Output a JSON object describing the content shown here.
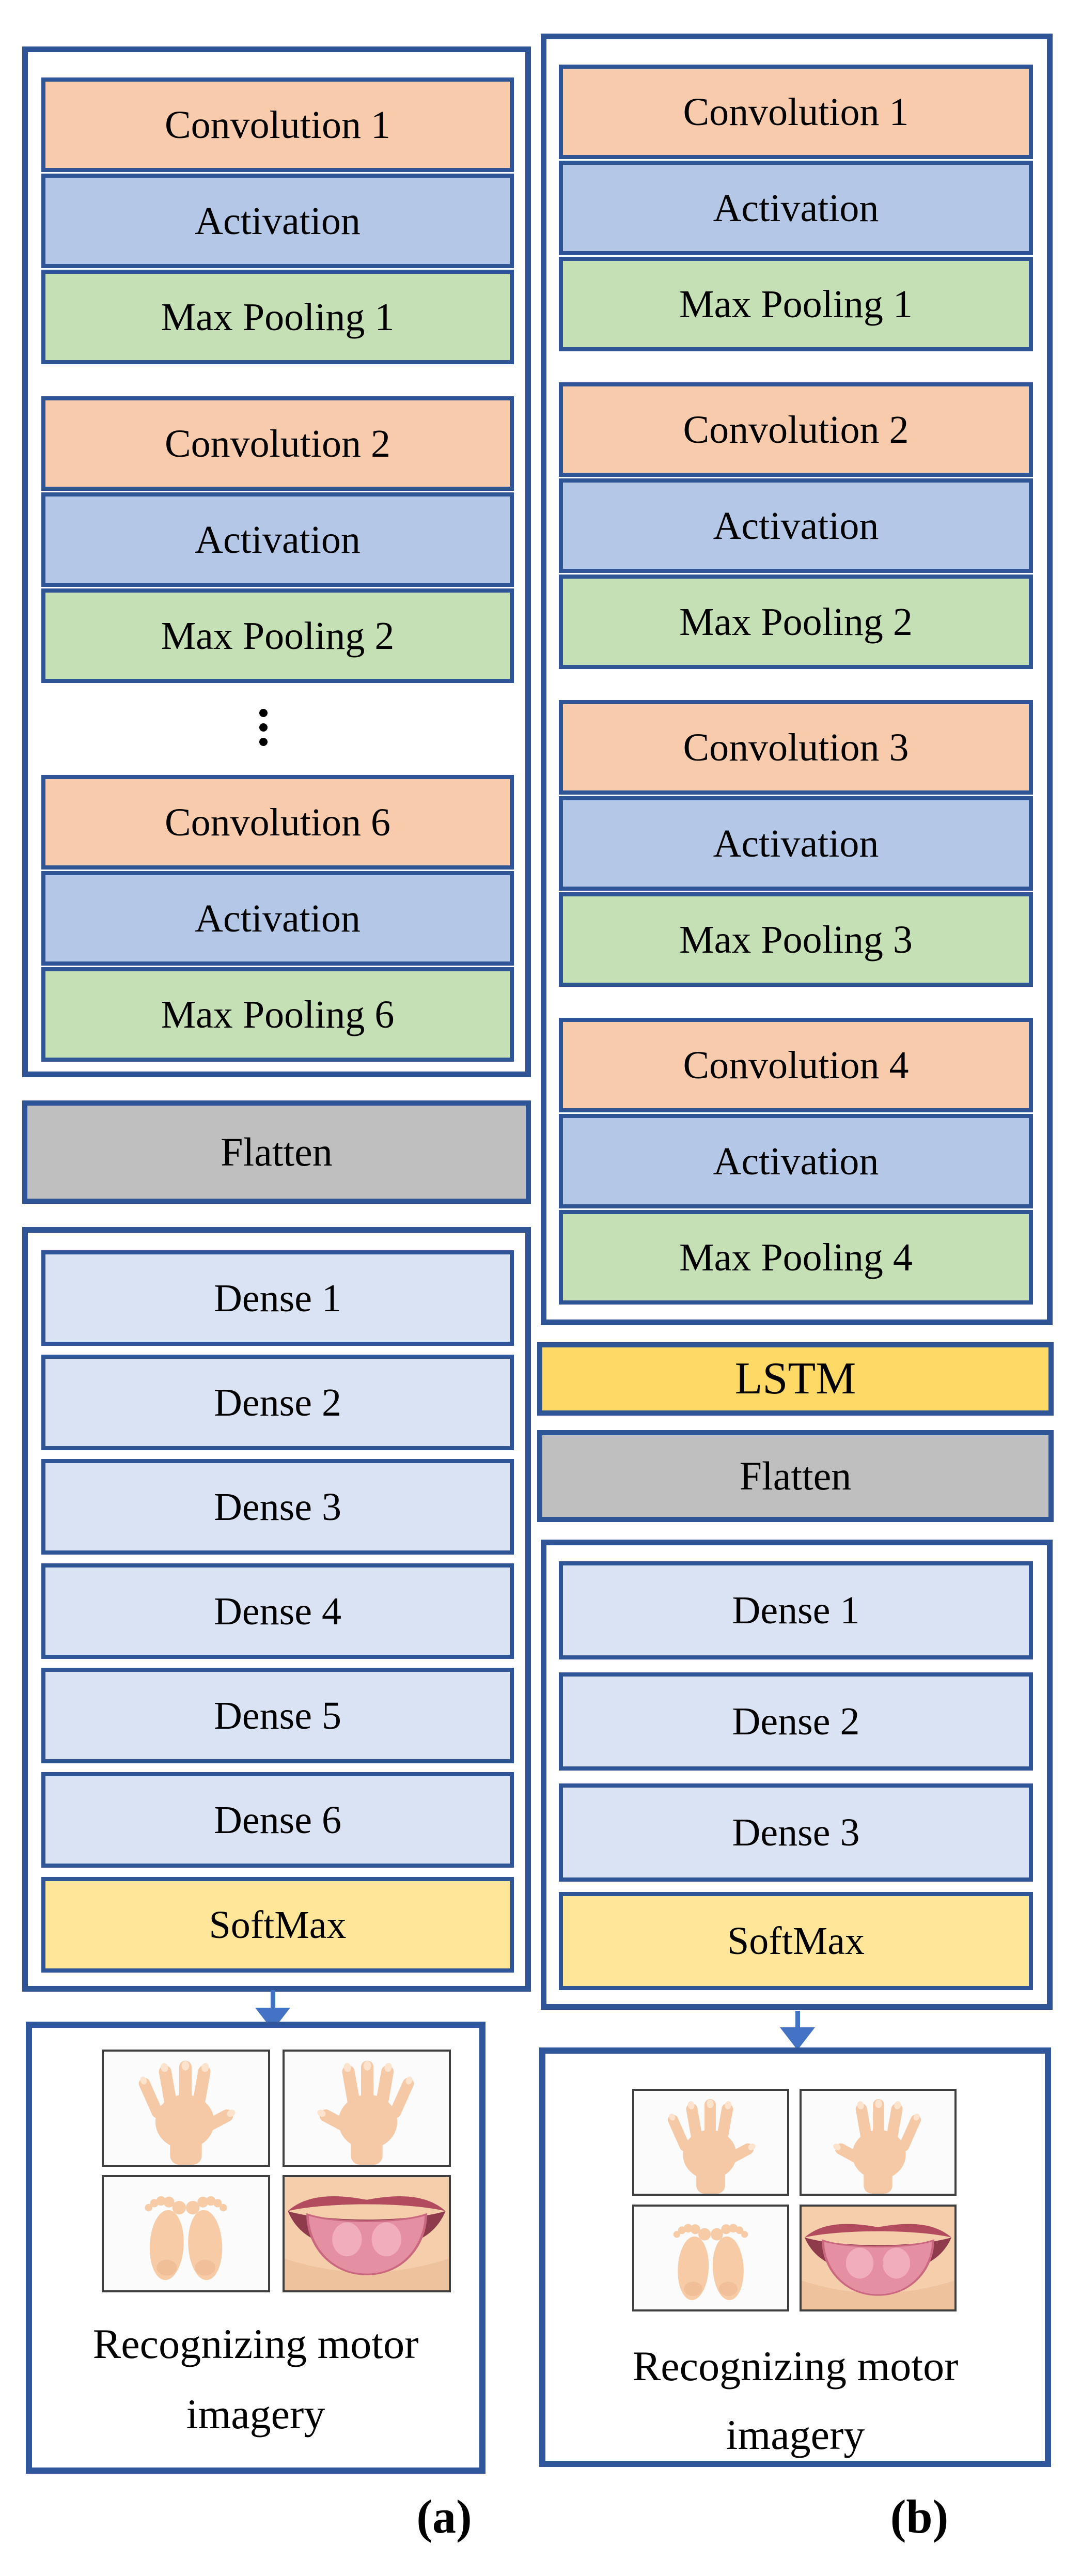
{
  "figure": {
    "panels": [
      {
        "id": "a",
        "label": "(a)",
        "conv_blocks": [
          "Convolution 1",
          "Activation",
          "Max Pooling 1",
          "Convolution 2",
          "Activation",
          "Max Pooling 2",
          "Convolution 6",
          "Activation",
          "Max Pooling 6"
        ],
        "ellipsis": "⋮",
        "flatten_label": "Flatten",
        "dense_blocks": [
          "Dense 1",
          "Dense 2",
          "Dense 3",
          "Dense 4",
          "Dense 5",
          "Dense 6"
        ],
        "softmax_label": "SoftMax",
        "caption_line1": "Recognizing motor",
        "caption_line2": "imagery",
        "images": [
          "open-left-hand",
          "open-right-hand",
          "feet-soles",
          "tongue"
        ]
      },
      {
        "id": "b",
        "label": "(b)",
        "conv_blocks": [
          "Convolution 1",
          "Activation",
          "Max Pooling 1",
          "Convolution 2",
          "Activation",
          "Max Pooling 2",
          "Convolution 3",
          "Activation",
          "Max Pooling 3",
          "Convolution 4",
          "Activation",
          "Max Pooling 4"
        ],
        "lstm_label": "LSTM",
        "flatten_label": "Flatten",
        "dense_blocks": [
          "Dense 1",
          "Dense 2",
          "Dense 3"
        ],
        "softmax_label": "SoftMax",
        "caption_line1": "Recognizing motor",
        "caption_line2": "imagery",
        "images": [
          "open-left-hand",
          "open-right-hand",
          "feet-soles",
          "tongue"
        ]
      }
    ],
    "icons": {
      "vertical-ellipsis": "⋮",
      "down-arrow": "↓"
    },
    "colors": {
      "convolution_fill": "#F8CBAD",
      "activation_fill": "#B4C7E7",
      "max_pooling_fill": "#C5E0B4",
      "dense_fill": "#DAE3F3",
      "softmax_fill": "#FFE699",
      "lstm_fill": "#FFD966",
      "flatten_fill": "#BFBFBF",
      "box_border": "#2F5597",
      "arrow": "#4472C4"
    }
  }
}
